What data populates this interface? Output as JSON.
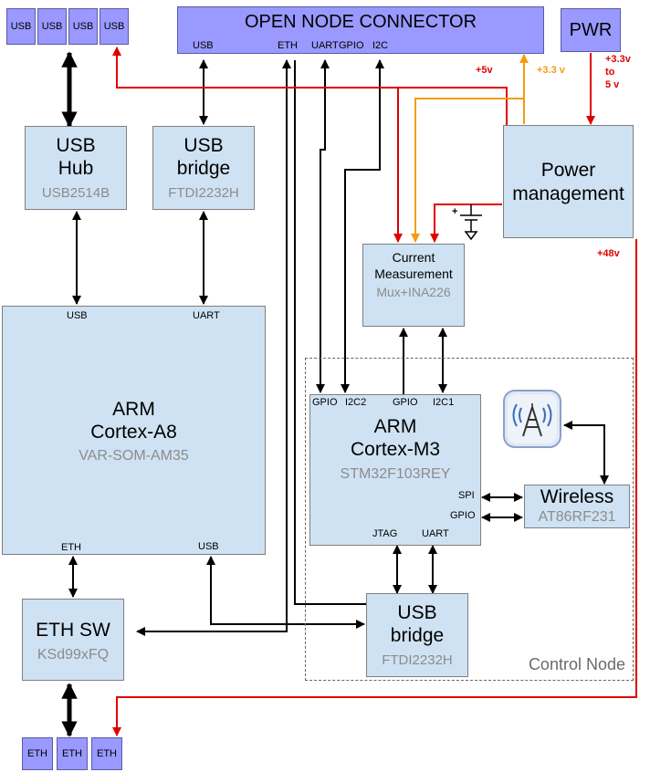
{
  "ports": {
    "usb": [
      "USB",
      "USB",
      "USB",
      "USB"
    ],
    "eth": [
      "ETH",
      "ETH",
      "ETH"
    ]
  },
  "onc": {
    "title": "OPEN NODE CONNECTOR",
    "pins": [
      "USB",
      "ETH",
      "UART",
      "GPIO",
      "I2C"
    ]
  },
  "pwr": {
    "title": "PWR",
    "voltage": "+3.3v\nto\n5 v"
  },
  "usb_hub": {
    "title": "USB\nHub",
    "part": "USB2514B"
  },
  "usb_bridge_top": {
    "title": "USB\nbridge",
    "part": "FTDI2232H"
  },
  "power_mgmt": {
    "title": "Power\nmanagement"
  },
  "current": {
    "title": "Current\nMeasurement",
    "part": "Mux+INA226"
  },
  "cortex_a8": {
    "title": "ARM\nCortex-A8",
    "part": "VAR-SOM-AM35",
    "pins": {
      "usb": "USB",
      "uart": "UART",
      "eth": "ETH",
      "usb_bottom": "USB"
    }
  },
  "cortex_m3": {
    "title": "ARM\nCortex-M3",
    "part": "STM32F103REY",
    "pins": {
      "gpio_left": "GPIO",
      "i2c2": "I2C2",
      "gpio": "GPIO",
      "i2c1": "I2C1",
      "spi": "SPI",
      "gpio_right": "GPIO",
      "jtag": "JTAG",
      "uart": "UART"
    }
  },
  "wireless": {
    "title": "Wireless",
    "part": "AT86RF231"
  },
  "eth_sw": {
    "title": "ETH SW",
    "part": "KSd99xFQ"
  },
  "usb_bridge_bottom": {
    "title": "USB\nbridge",
    "part": "FTDI2232H"
  },
  "control_node": {
    "label": "Control Node"
  },
  "voltages": {
    "v5": "+5v",
    "v33": "+3.3 v",
    "v48": "+48v"
  },
  "battery": {
    "plus": "+"
  },
  "colors": {
    "block": "#cfe2f3",
    "port": "#9999ff",
    "red": "#e00000",
    "orange": "#f39c12"
  }
}
